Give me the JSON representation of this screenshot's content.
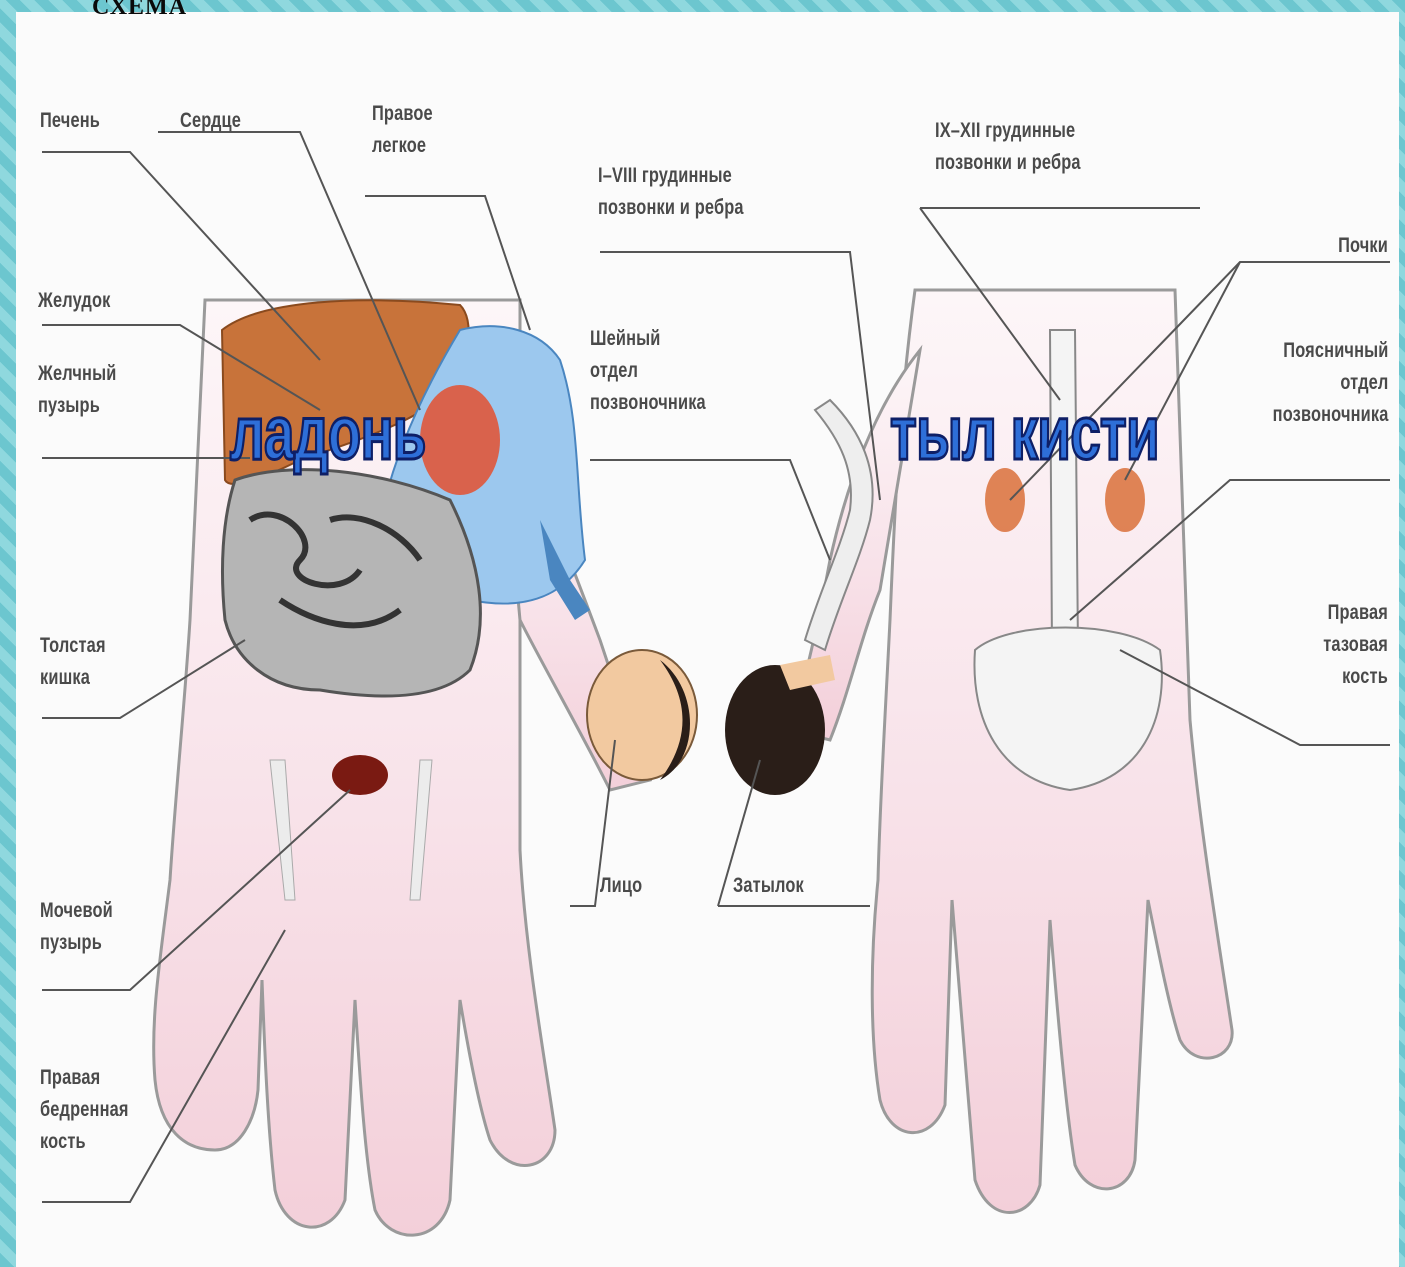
{
  "header": {
    "title": "СХЕМА"
  },
  "palm": {
    "title": "ладонь",
    "labels": {
      "liver": "Печень",
      "heart": "Сердце",
      "right_lung": "Правое\nлегкое",
      "stomach": "Желудок",
      "gallbladder": "Желчный\nпузырь",
      "colon": "Толстая\nкишка",
      "bladder": "Мочевой\nпузырь",
      "femur": "Правая\nбедренная\nкость",
      "cervical": "Шейный\nотдел\nпозвоночника",
      "face": "Лицо"
    }
  },
  "back": {
    "title": "тыл кисти",
    "labels": {
      "thoracic_1_8": "I–VIII грудинные\nпозвонки и ребра",
      "thoracic_9_12": "IX–XII грудинные\nпозвонки и ребра",
      "kidneys": "Почки",
      "lumbar": "Поясничный\nотдел\nпозвоночника",
      "pelvis": "Правая\nтазовая\nкость",
      "occiput": "Затылок"
    }
  },
  "colors": {
    "liver": "#c8733a",
    "lung": "#9cc8ee",
    "skin": "#f6dfe6",
    "heart": "#e0563a",
    "title_fill": "#2e6fd8",
    "title_stroke": "#0e1f66"
  }
}
